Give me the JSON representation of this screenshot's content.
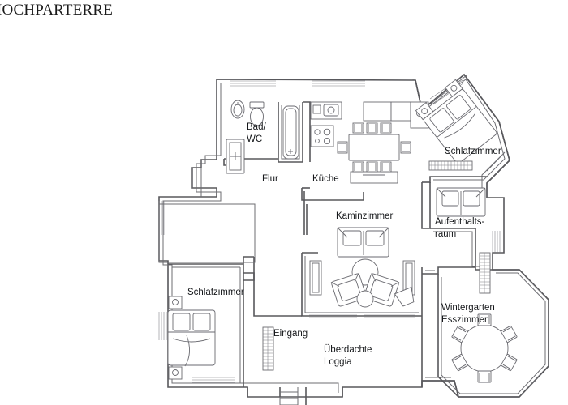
{
  "document": {
    "title": "IOCHPARTERRE",
    "title_full": "HOCHPARTERRE",
    "type": "architectural-floor-plan",
    "language": "de",
    "background_color": "#ffffff",
    "line_color": "#58585c",
    "text_color": "#15171a"
  },
  "rooms": [
    {
      "id": "bad-wc",
      "label_line1": "Bad/",
      "label_line2": "WC",
      "label": "Bad/WC"
    },
    {
      "id": "flur",
      "label_line1": "Flur",
      "label_line2": "",
      "label": "Flur"
    },
    {
      "id": "kueche",
      "label_line1": "Küche",
      "label_line2": "",
      "label": "Küche"
    },
    {
      "id": "schlafzimmer-1",
      "label_line1": "Schlafzimmer",
      "label_line2": "",
      "label": "Schlafzimmer"
    },
    {
      "id": "aufenthaltsraum",
      "label_line1": "Aufenthalts-",
      "label_line2": "raum",
      "label": "Aufenthaltsraum"
    },
    {
      "id": "kaminzimmer",
      "label_line1": "Kaminzimmer",
      "label_line2": "",
      "label": "Kaminzimmer"
    },
    {
      "id": "schlafzimmer-2",
      "label_line1": "Schlafzimmer",
      "label_line2": "",
      "label": "Schlafzimmer"
    },
    {
      "id": "eingang",
      "label_line1": "Eingang",
      "label_line2": "",
      "label": "Eingang"
    },
    {
      "id": "loggia",
      "label_line1": "Überdachte",
      "label_line2": "Loggia",
      "label": "Überdachte Loggia"
    },
    {
      "id": "wintergarten",
      "label_line1": "Wintergarten",
      "label_line2": "Esszimmer",
      "label": "Wintergarten Esszimmer"
    }
  ],
  "fixtures": {
    "bathroom": [
      "sink-icon",
      "toilet-icon",
      "bathtub-icon",
      "shower-cabinet-icon"
    ],
    "kitchen": [
      "kitchen-sink-icon",
      "stove-icon",
      "counter-icon",
      "fridge-icon"
    ],
    "dining_kitchen": {
      "table": "rectangular-dining-table",
      "chairs": 8
    },
    "wintergarten": {
      "table": "round-dining-table",
      "chairs": 6
    },
    "kaminzimmer": {
      "sofa": "two-seat-sofa",
      "table": "round-coffee-table"
    },
    "lounge": {
      "armchairs": 2,
      "side_tables": 2,
      "round_table": 1,
      "stool": 1
    },
    "aufenthaltsraum": {
      "sofa": "two-seat-sofa"
    },
    "schlafzimmer_1": {
      "bed": "double-bed",
      "nightstands": 2
    },
    "schlafzimmer_2": {
      "bed": "double-bed",
      "nightstands": 2
    },
    "radiators": 4,
    "stairs": 1
  }
}
